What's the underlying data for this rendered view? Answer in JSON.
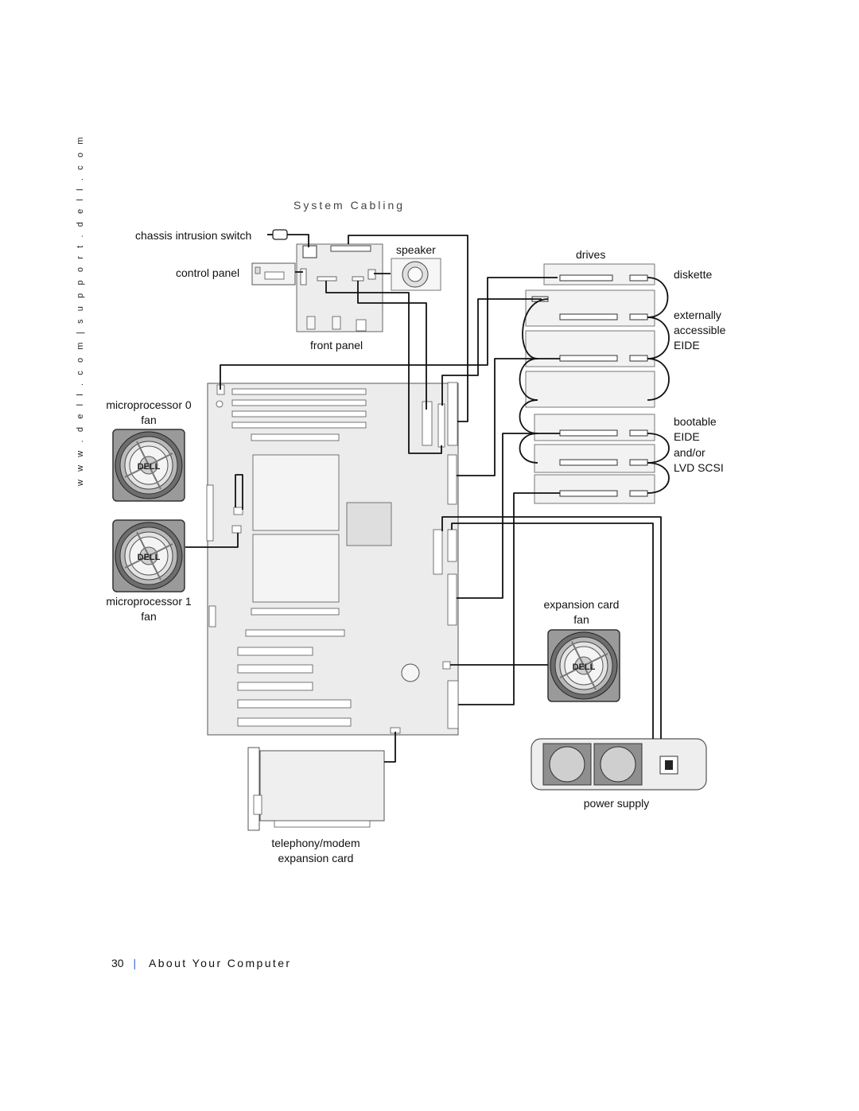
{
  "sidebar": {
    "url_text": "w w w . d e l l . c o m   |   s u p p o r t . d e l l . c o m"
  },
  "section_title": "System Cabling",
  "labels": {
    "chassis_switch": "chassis intrusion switch",
    "control_panel": "control panel",
    "speaker": "speaker",
    "front_panel": "front panel",
    "drives": "drives",
    "diskette": "diskette",
    "externally": "externally",
    "accessible": "accessible",
    "eide_1": "EIDE",
    "bootable": "bootable",
    "eide_2": "EIDE",
    "and_or": "and/or",
    "lvd_scsi": "LVD SCSI",
    "micro0_line1": "microprocessor 0",
    "micro0_line2": "fan",
    "micro1_line1": "microprocessor 1",
    "micro1_line2": "fan",
    "expansion_fan_line1": "expansion card",
    "expansion_fan_line2": "fan",
    "power_supply": "power supply",
    "modem_line1": "telephony/modem",
    "modem_line2": "expansion card",
    "fan_logo": "DELL"
  },
  "footer": {
    "page_number": "30",
    "separator": "|",
    "title": "About Your Computer"
  }
}
